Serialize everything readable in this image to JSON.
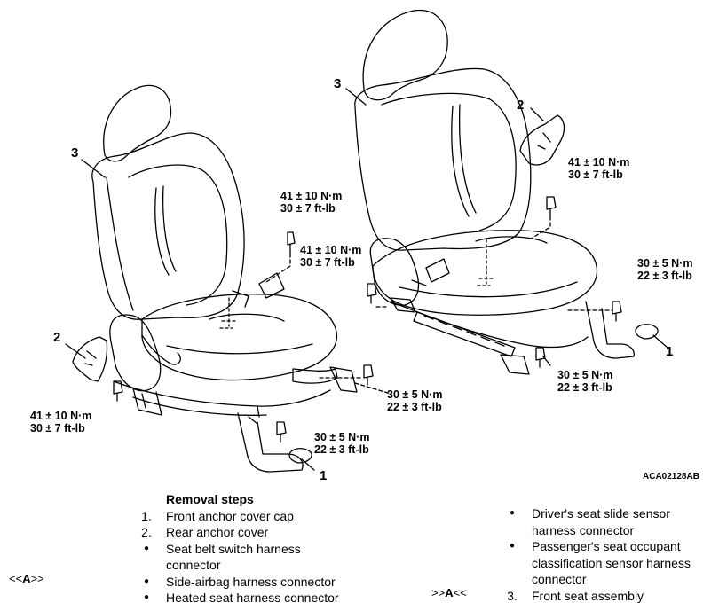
{
  "figure": {
    "id": "ACA02128AB",
    "left_seat": {
      "labels": {
        "n1": "1",
        "n2": "2",
        "n3": "3"
      },
      "torques": [
        {
          "nm": "41 ± 10 N·m",
          "ftlb": "30 ± 7 ft-lb"
        },
        {
          "nm": "41 ± 10 N·m",
          "ftlb": "30 ± 7 ft-lb"
        },
        {
          "nm": "41 ± 10 N·m",
          "ftlb": "30 ± 7 ft-lb"
        },
        {
          "nm": "30 ± 5 N·m",
          "ftlb": "22 ± 3 ft-lb"
        },
        {
          "nm": "30 ± 5 N·m",
          "ftlb": "22 ± 3 ft-lb"
        }
      ]
    },
    "right_seat": {
      "labels": {
        "n1": "1",
        "n2": "2",
        "n3": "3"
      },
      "torques": [
        {
          "nm": "41 ± 10 N·m",
          "ftlb": "30 ± 7 ft-lb"
        },
        {
          "nm": "30 ± 5 N·m",
          "ftlb": "22 ± 3 ft-lb"
        },
        {
          "nm": "30 ± 5 N·m",
          "ftlb": "22 ± 3 ft-lb"
        }
      ]
    }
  },
  "removal": {
    "title": "Removal steps",
    "left_tag": {
      "pre": "<<",
      "key": "A",
      "post": ">>"
    },
    "right_tag": {
      "pre": ">>",
      "key": "A",
      "post": "<<"
    },
    "bullet": "●",
    "col1": [
      {
        "mark": "1.",
        "text": "Front anchor cover cap"
      },
      {
        "mark": "2.",
        "text": "Rear anchor cover"
      },
      {
        "mark": "bullet",
        "text": "Seat belt switch harness"
      },
      {
        "mark": "",
        "text": "connector"
      },
      {
        "mark": "bullet",
        "text": "Side-airbag harness connector"
      },
      {
        "mark": "bullet",
        "text": "Heated seat harness connector"
      }
    ],
    "col2": [
      {
        "mark": "bullet",
        "text": "Driver's seat slide sensor"
      },
      {
        "mark": "",
        "text": "harness connector"
      },
      {
        "mark": "bullet",
        "text": "Passenger's seat occupant"
      },
      {
        "mark": "",
        "text": "classification  sensor harness"
      },
      {
        "mark": "",
        "text": "connector"
      },
      {
        "mark": "3.",
        "text": "Front seat assembly"
      }
    ]
  }
}
